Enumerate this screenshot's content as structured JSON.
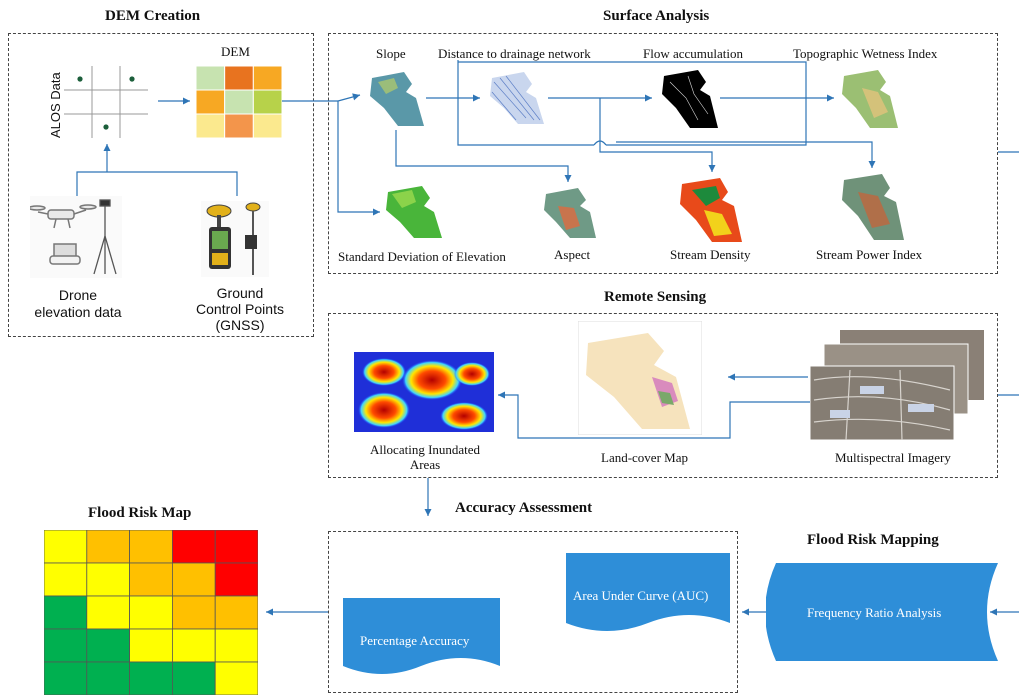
{
  "sections": {
    "dem_creation": "DEM Creation",
    "surface_analysis": "Surface Analysis",
    "remote_sensing": "Remote Sensing",
    "accuracy_assessment": "Accuracy Assessment",
    "flood_risk_map": "Flood Risk Map",
    "flood_risk_mapping": "Flood Risk Mapping"
  },
  "dem": {
    "alos_label": "ALOS Data",
    "dem_label": "DEM",
    "drone_label_1": "Drone",
    "drone_label_2": "elevation data",
    "gcp_label_1": "Ground",
    "gcp_label_2": "Control Points",
    "gcp_label_3": "(GNSS)",
    "dem_colors": [
      "#c7e3b0",
      "#e8731f",
      "#f7a823",
      "#f7a823",
      "#c7e3b0",
      "#b7d24a",
      "#fbe98e",
      "#f3954b",
      "#fbe98e"
    ]
  },
  "surface": {
    "slope": "Slope",
    "distance": "Distance to drainage network",
    "flow": "Flow accumulation",
    "twi": "Topographic Wetness Index",
    "sde": "Standard Deviation of Elevation",
    "aspect": "Aspect",
    "stream_density": "Stream Density",
    "spi": "Stream Power Index"
  },
  "remote": {
    "inundated_1": "Allocating Inundated",
    "inundated_2": "Areas",
    "landcover": "Land-cover Map",
    "multispectral": "Multispectral Imagery"
  },
  "accuracy": {
    "auc": "Area Under Curve (AUC)",
    "percentage": "Percentage Accuracy"
  },
  "mapping": {
    "frequency": "Frequency Ratio Analysis"
  },
  "risk_grid": [
    [
      "#ffff00",
      "#ffc000",
      "#ffc000",
      "#ff0000",
      "#ff0000"
    ],
    [
      "#ffff00",
      "#ffff00",
      "#ffc000",
      "#ffc000",
      "#ff0000"
    ],
    [
      "#00b050",
      "#ffff00",
      "#ffff00",
      "#ffc000",
      "#ffc000"
    ],
    [
      "#00b050",
      "#00b050",
      "#ffff00",
      "#ffff00",
      "#ffff00"
    ],
    [
      "#00b050",
      "#00b050",
      "#00b050",
      "#00b050",
      "#ffff00"
    ]
  ],
  "colors": {
    "arrow": "#2e75b6",
    "shape_blue": "#2e8ed8"
  }
}
